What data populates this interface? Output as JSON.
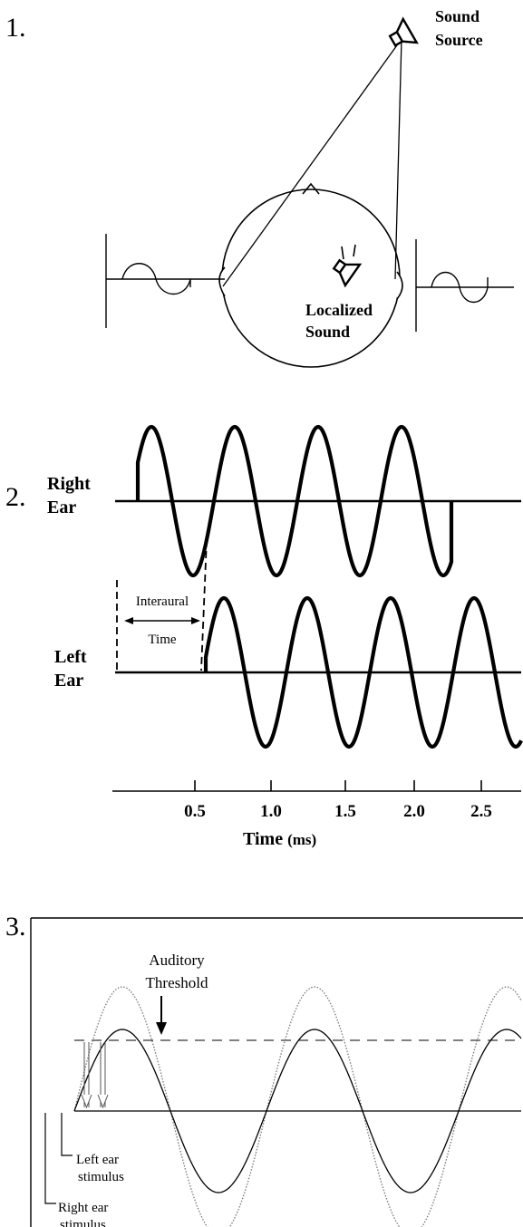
{
  "panel1": {
    "number": "1.",
    "source_label": [
      "Sound",
      "Source"
    ],
    "localized_label": [
      "Localized",
      "Sound"
    ]
  },
  "panel2": {
    "number": "2.",
    "right_ear_label": [
      "Right",
      "Ear"
    ],
    "left_ear_label": [
      "Left",
      "Ear"
    ],
    "interaural_label": [
      "Interaural",
      "Time"
    ],
    "ticks": [
      "0.5",
      "1.0",
      "1.5",
      "2.0",
      "2.5"
    ],
    "axis_label": "Time",
    "axis_unit": "(ms)"
  },
  "panel3": {
    "number": "3.",
    "threshold_label": [
      "Auditory",
      "Threshold"
    ],
    "left_stim_label": [
      "Left ear",
      "stimulus"
    ],
    "right_stim_label": [
      "Right ear",
      "stimulus"
    ]
  }
}
